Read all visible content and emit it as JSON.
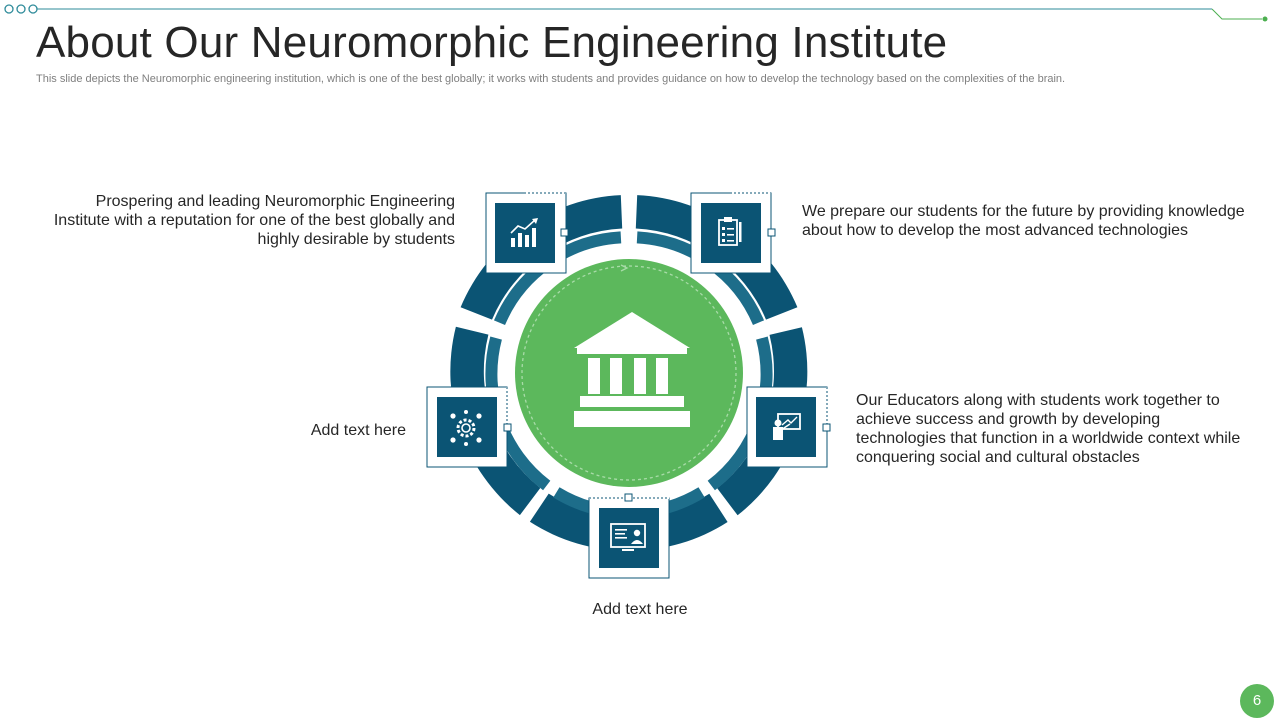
{
  "slide": {
    "title": "About Our Neuromorphic Engineering Institute",
    "subtitle": "This slide depicts the Neuromorphic engineering institution, which is one of the best globally; it works with students and provides guidance on how to develop the technology based on the complexities of the brain.",
    "page_number": "6"
  },
  "diagram": {
    "center_icon": "institution-building-icon",
    "items": [
      {
        "icon": "bar-chart-growth-icon",
        "text": "Prospering and leading Neuromorphic Engineering Institute with a reputation for one of the best globally and highly desirable by students"
      },
      {
        "icon": "clipboard-checklist-icon",
        "text": "We prepare our students for the future by providing knowledge about how to develop the most advanced technologies"
      },
      {
        "icon": "teacher-presentation-icon",
        "text": "Our Educators along with students work together to achieve success and growth by developing technologies that function in a worldwide context while conquering social and cultural obstacles"
      },
      {
        "icon": "online-learning-screen-icon",
        "text": "Add text here"
      },
      {
        "icon": "gear-network-icon",
        "text": "Add text here"
      }
    ]
  },
  "colors": {
    "ring_dark": "#0b5474",
    "ring_light": "#1d6d8a",
    "center_green": "#5cb85c",
    "accent_green": "#4caf50",
    "text": "#262626",
    "subtitle": "#7f7f7f"
  }
}
